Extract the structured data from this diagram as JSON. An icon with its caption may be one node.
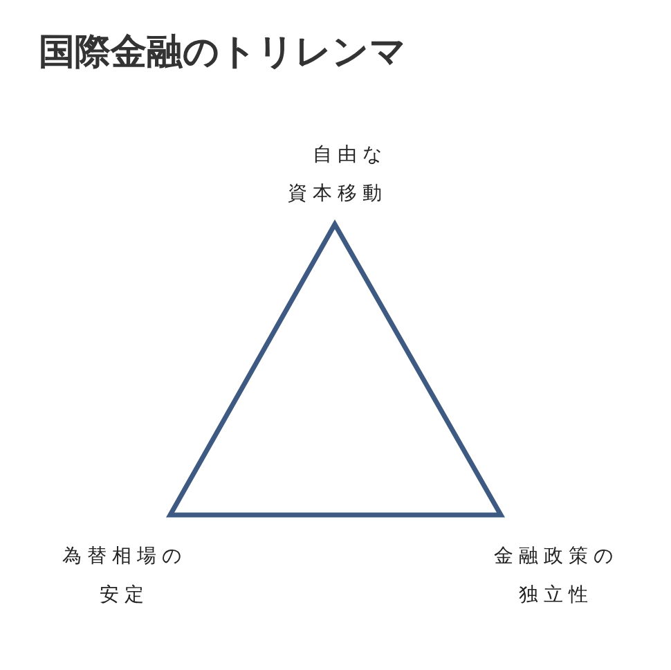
{
  "diagram": {
    "title": "国際金融のトリレンマ",
    "labels": [
      "自由な資本移動",
      "為替相場の安定",
      "金融政策の独立性"
    ]
  }
}
